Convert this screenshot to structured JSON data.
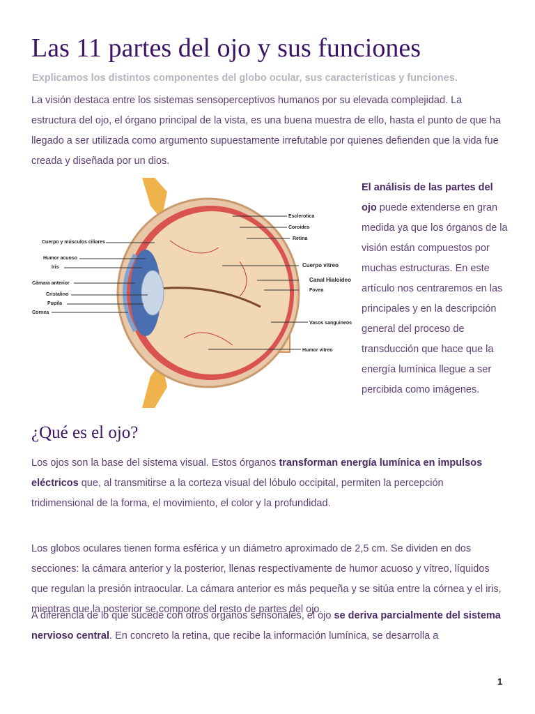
{
  "document": {
    "title": "Las 11 partes del ojo y sus funciones",
    "subtitle": "Explicamos los distintos componentes del globo ocular, sus características y funciones.",
    "intro": "La visión destaca entre los sistemas sensoperceptivos humanos por su elevada complejidad. La estructura del ojo, el órgano principal de la vista, es una buena muestra de ello, hasta el punto de que ha llegado a ser utilizada como argumento supuestamente irrefutable por quienes defienden que la vida fue creada y diseñada por un dios.",
    "side_bold": "El análisis de las partes del ojo",
    "side_text": " puede extenderse en gran medida ya que los órganos de la visión están compuestos por muchas estructuras. En este artículo nos centraremos en las principales y en la descripción general del proceso de transducción que hace que la energía lumínica llegue a ser percibida como imágenes.",
    "section_heading": "¿Qué es el ojo?",
    "p1_before": "Los ojos son la base del sistema visual. Estos órganos ",
    "p1_bold": "transforman energía lumínica en impulsos eléctricos",
    "p1_after": " que, al transmitirse a la corteza visual del lóbulo occipital, permiten la percepción tridimensional de la forma, el movimiento, el color y la profundidad.",
    "p2": "Los globos oculares tienen forma esférica y un diámetro aproximado de 2,5 cm. Se dividen en dos secciones: la cámara anterior y la posterior, llenas respectivamente de humor acuoso y vítreo, líquidos que regulan la presión intraocular. La cámara anterior es más pequeña y se sitúa entre la córnea y el iris, mientras que la posterior se compone del resto de partes del ojo.",
    "p3_before": "A diferencia de lo que sucede con otros órganos sensoriales, el ojo ",
    "p3_bold": "se deriva parcialmente del sistema nervioso central",
    "p3_after": ". En concreto la retina, que recibe la información lumínica, se desarrolla a",
    "page_number": "1"
  },
  "figure": {
    "labels_left": {
      "cuerpo_musculos": "Cuerpo y músculos ciliares",
      "humor_acuoso": "Humor acuoso",
      "iris": "Iris",
      "camara_anterior": "Cámara anterior",
      "cristalino": "Cristalino",
      "pupila": "Pupila",
      "cornea": "Cornea"
    },
    "labels_right": {
      "esclerotica": "Esclerotica",
      "coroides": "Coroides",
      "retina": "Retina",
      "cuerpo_vitreo": "Cuerpo vitreo",
      "canal_hialoideo": "Canal Hialoideo",
      "fovea": "Fovea",
      "vasos": "Vasos sanguineos",
      "humor_vitreo": "Humor vitreo"
    },
    "colors": {
      "sclera": "#e8c8a8",
      "choroid": "#d9534f",
      "vitreous": "#f2d7b4",
      "iris": "#4a6fb0",
      "lens": "#c9d6e8",
      "bone": "#f0b24a"
    }
  }
}
